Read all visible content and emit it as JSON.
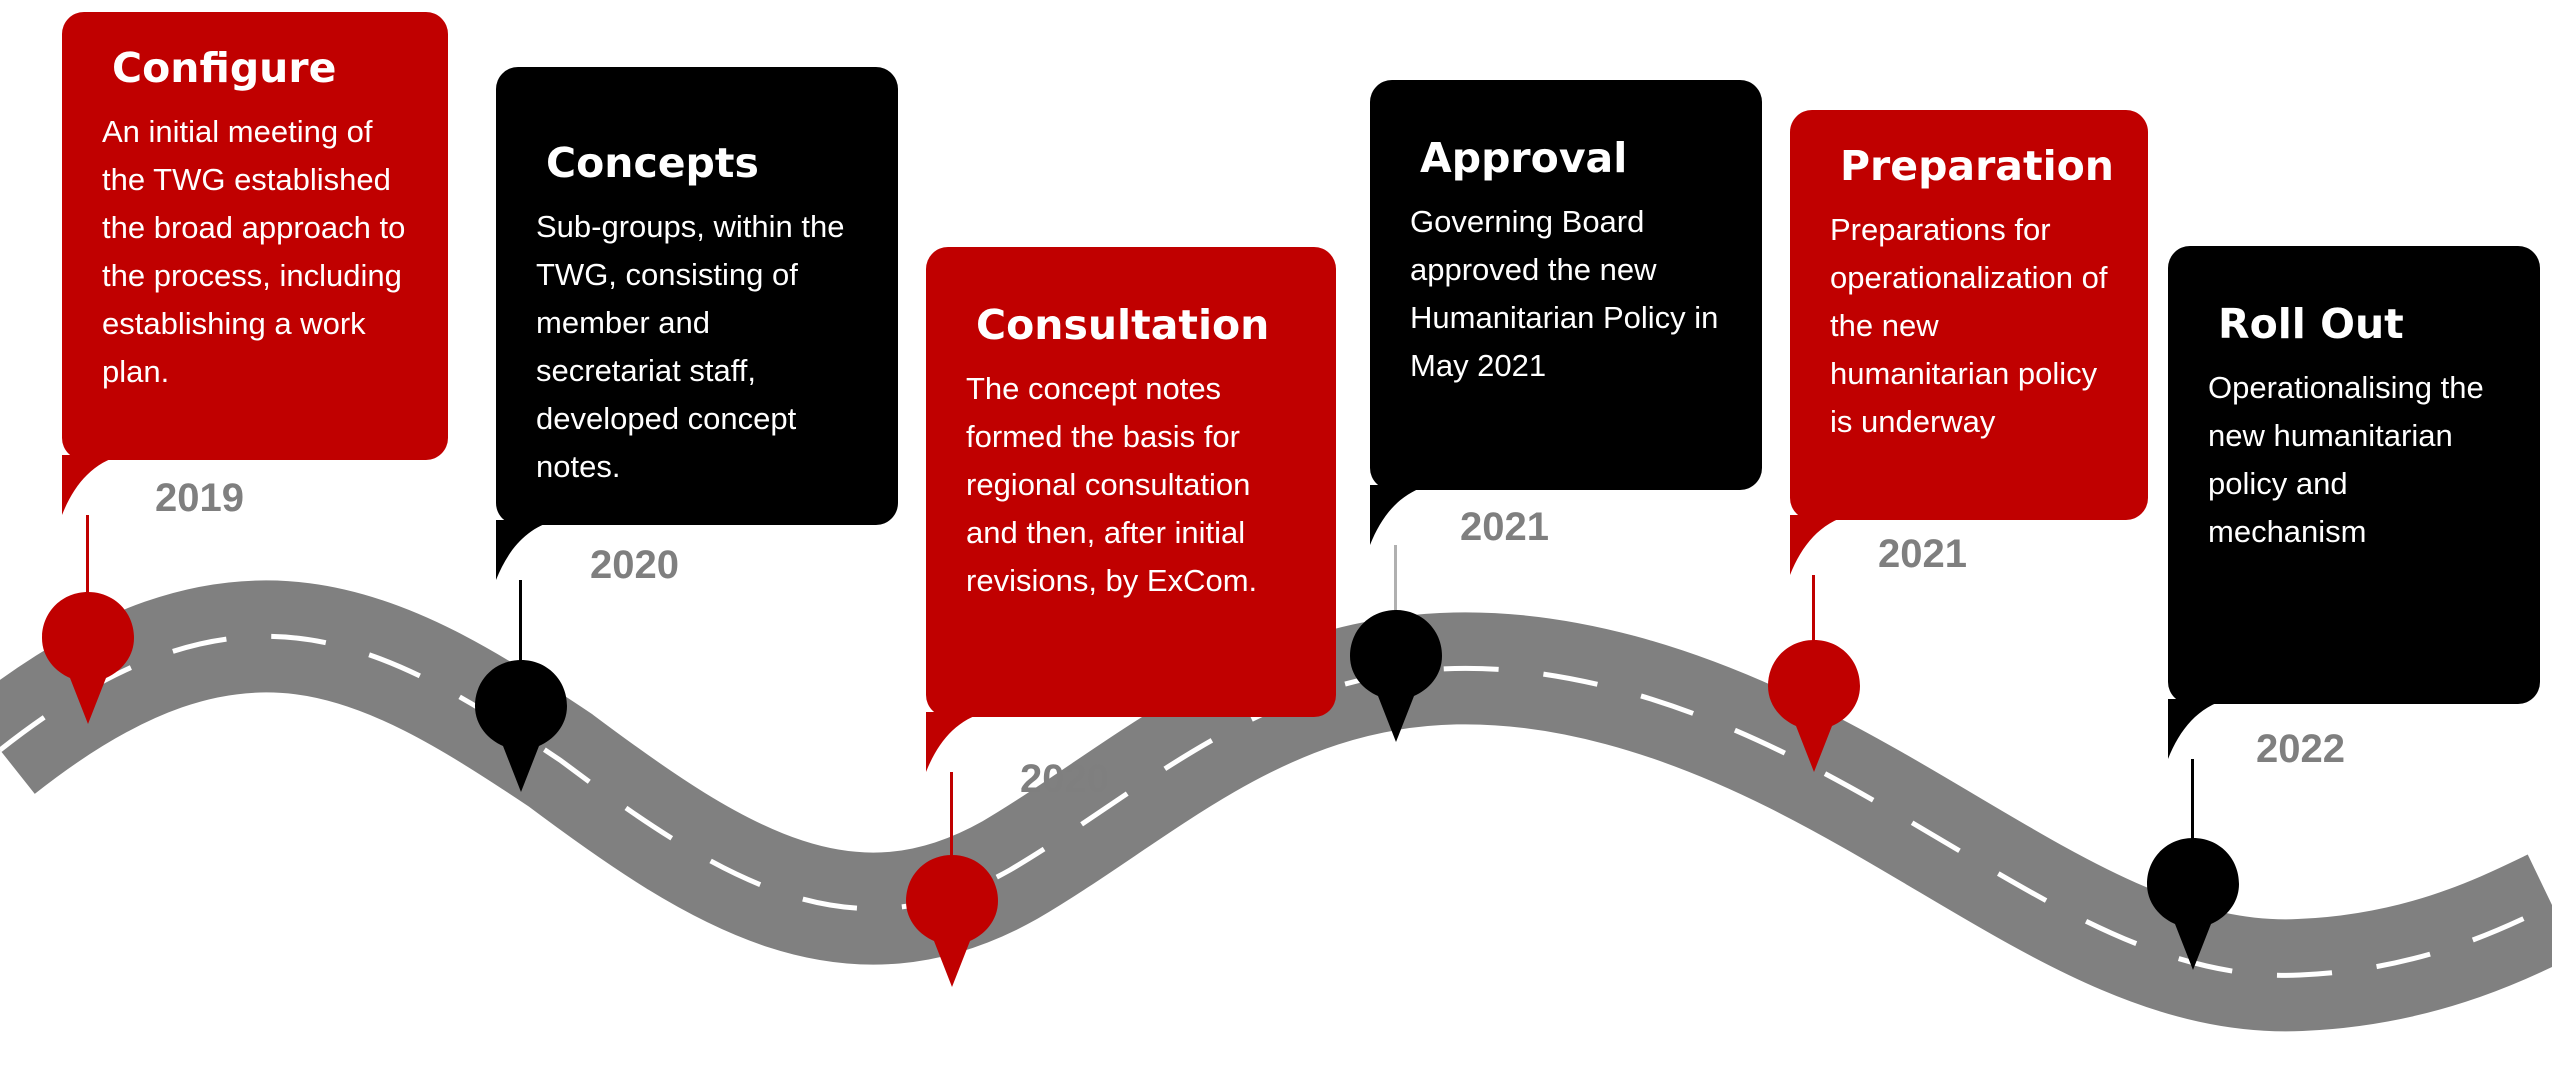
{
  "colors": {
    "red": "#c00000",
    "black": "#000000",
    "road": "#808080",
    "year": "#7f7f7f"
  },
  "milestones": [
    {
      "title": "Configure",
      "year": "2019",
      "color": "red",
      "text": "An initial meeting of the TWG established the broad approach to the process, including establishing a work plan."
    },
    {
      "title": "Concepts",
      "year": "2020",
      "color": "black",
      "text": "Sub-groups, within the TWG, consisting of member and secretariat staff, developed concept notes."
    },
    {
      "title": "Consultation",
      "year": "2020",
      "color": "red",
      "text": "The concept notes formed the basis for regional consultation and then, after initial revisions, by ExCom."
    },
    {
      "title": "Approval",
      "year": "2021",
      "color": "black",
      "text": "Governing Board approved the new Humanitarian Policy in May 2021"
    },
    {
      "title": "Preparation",
      "year": "2021",
      "color": "red",
      "text": "Preparations for operationalization of the new humanitarian policy is underway"
    },
    {
      "title": "Roll Out",
      "year": "2022",
      "color": "black",
      "text": "Operationalising the new humanitarian policy and mechanism"
    }
  ]
}
